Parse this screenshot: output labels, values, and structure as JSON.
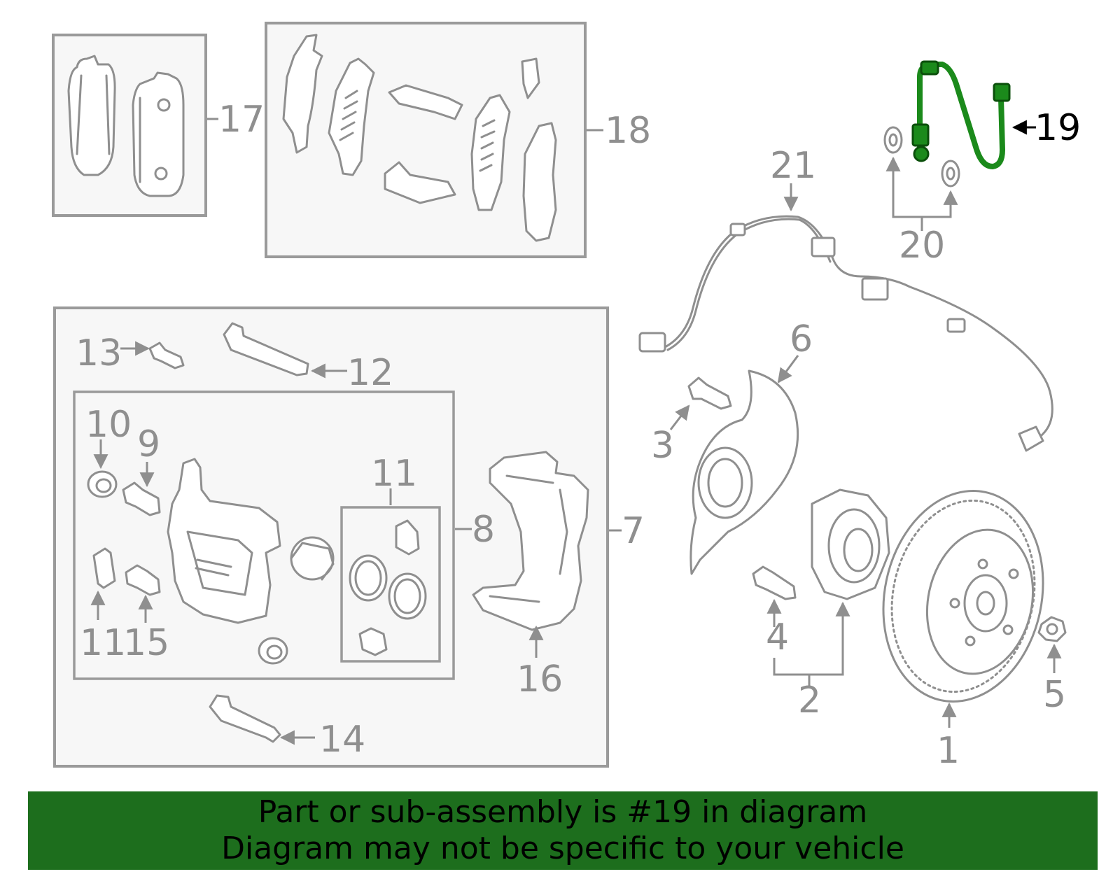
{
  "labels": {
    "p1": "1",
    "p2": "2",
    "p3": "3",
    "p4": "4",
    "p5": "5",
    "p6": "6",
    "p7": "7",
    "p8": "8",
    "p9": "9",
    "p10": "10",
    "p11a": "11",
    "p11b": "11",
    "p12": "12",
    "p13": "13",
    "p14": "14",
    "p15": "15",
    "p16": "16",
    "p17": "17",
    "p18": "18",
    "p19": "19",
    "p20": "20",
    "p21": "21"
  },
  "highlight_part": "19",
  "colors": {
    "banner": "#1d6e1d",
    "highlight": "#1b8a1b",
    "parts": "#8f8f8f"
  },
  "banner": {
    "line1": "Part or sub-assembly is #19 in diagram",
    "line2": "Diagram may not be specific to your vehicle"
  }
}
